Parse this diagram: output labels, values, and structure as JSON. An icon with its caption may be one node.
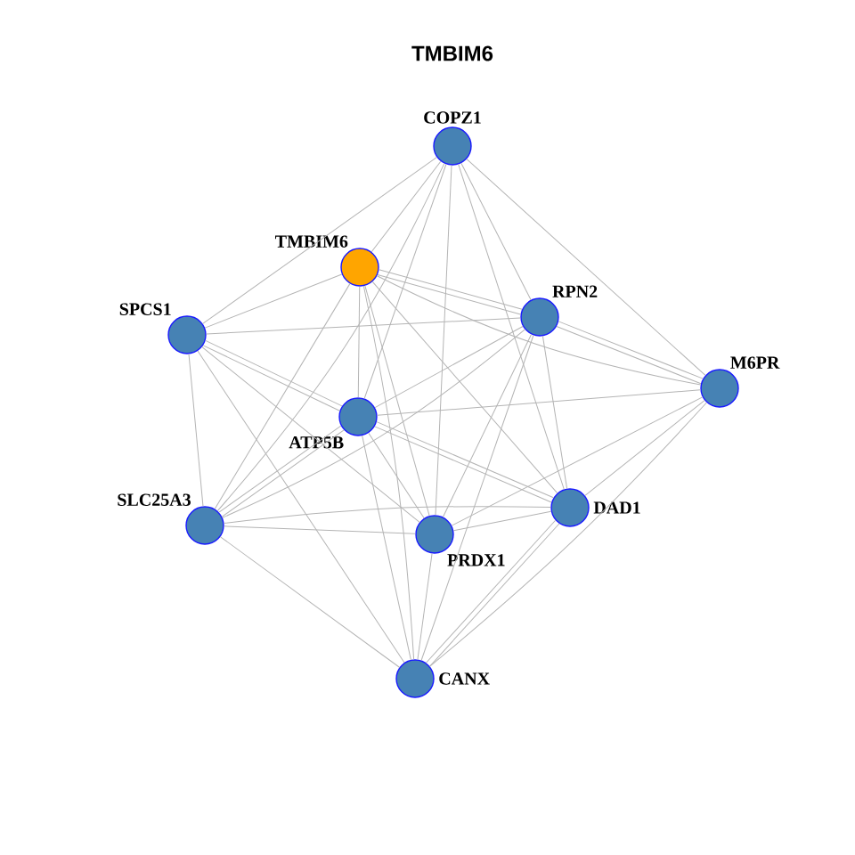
{
  "diagram": {
    "title": "TMBIM6",
    "nodes": [
      {
        "text": [
          "COPZ1"
        ]
      },
      {
        "text": [
          "TMBIM6"
        ]
      },
      {
        "text": [
          "SPCS1"
        ]
      },
      {
        "text": [
          "RPN2"
        ]
      },
      {
        "text": [
          "M6PR"
        ]
      },
      {
        "text": [
          "ATP5B"
        ]
      },
      {
        "text": [
          "DAD1"
        ]
      },
      {
        "text": [
          "SLC25A3"
        ]
      },
      {
        "text": [
          "PRDX1"
        ]
      },
      {
        "text": [
          "CANX"
        ]
      }
    ],
    "edges": [
      {
        "from": 0,
        "to": 2,
        "arrow": "none"
      },
      {
        "from": 0,
        "to": 1,
        "arrow": "none"
      },
      {
        "from": 0,
        "to": 5,
        "arrow": "none"
      },
      {
        "from": 0,
        "to": 7,
        "arrow": "none"
      },
      {
        "from": 0,
        "to": 3,
        "arrow": "none"
      },
      {
        "from": 0,
        "to": 4,
        "arrow": "none"
      },
      {
        "from": 0,
        "to": 8,
        "arrow": "none"
      },
      {
        "from": 0,
        "to": 6,
        "arrow": "none"
      },
      {
        "from": 1,
        "to": 2,
        "arrow": "none"
      },
      {
        "from": 1,
        "to": 3,
        "arrow": "none"
      },
      {
        "from": 1,
        "to": 3,
        "arrow": "none"
      },
      {
        "from": 1,
        "to": 4,
        "arrow": "none"
      },
      {
        "from": 1,
        "to": 5,
        "arrow": "none"
      },
      {
        "from": 1,
        "to": 7,
        "arrow": "none"
      },
      {
        "from": 1,
        "to": 8,
        "arrow": "none"
      },
      {
        "from": 1,
        "to": 6,
        "arrow": "none"
      },
      {
        "from": 1,
        "to": 9,
        "arrow": "none"
      },
      {
        "from": 2,
        "to": 3,
        "arrow": "none"
      },
      {
        "from": 2,
        "to": 5,
        "arrow": "none"
      },
      {
        "from": 2,
        "to": 5,
        "arrow": "none"
      },
      {
        "from": 2,
        "to": 7,
        "arrow": "none"
      },
      {
        "from": 2,
        "to": 8,
        "arrow": "none"
      },
      {
        "from": 2,
        "to": 9,
        "arrow": "none"
      },
      {
        "from": 3,
        "to": 4,
        "arrow": "none"
      },
      {
        "from": 3,
        "to": 4,
        "arrow": "none"
      },
      {
        "from": 3,
        "to": 5,
        "arrow": "none"
      },
      {
        "from": 3,
        "to": 7,
        "arrow": "none"
      },
      {
        "from": 3,
        "to": 8,
        "arrow": "none"
      },
      {
        "from": 3,
        "to": 6,
        "arrow": "none"
      },
      {
        "from": 3,
        "to": 9,
        "arrow": "none"
      },
      {
        "from": 4,
        "to": 5,
        "arrow": "none"
      },
      {
        "from": 4,
        "to": 8,
        "arrow": "none"
      },
      {
        "from": 4,
        "to": 6,
        "arrow": "none"
      },
      {
        "from": 4,
        "to": 9,
        "arrow": "none"
      },
      {
        "from": 5,
        "to": 7,
        "arrow": "none"
      },
      {
        "from": 5,
        "to": 7,
        "arrow": "none"
      },
      {
        "from": 5,
        "to": 8,
        "arrow": "none"
      },
      {
        "from": 5,
        "to": 6,
        "arrow": "none"
      },
      {
        "from": 5,
        "to": 6,
        "arrow": "none"
      },
      {
        "from": 5,
        "to": 9,
        "arrow": "none"
      },
      {
        "from": 6,
        "to": 7,
        "arrow": "none"
      },
      {
        "from": 6,
        "to": 8,
        "arrow": "none"
      },
      {
        "from": 6,
        "to": 9,
        "arrow": "none"
      },
      {
        "from": 6,
        "to": 9,
        "arrow": "none"
      },
      {
        "from": 7,
        "to": 8,
        "arrow": "none"
      },
      {
        "from": 7,
        "to": 9,
        "arrow": "none"
      },
      {
        "from": 8,
        "to": 9,
        "arrow": "none"
      }
    ]
  }
}
